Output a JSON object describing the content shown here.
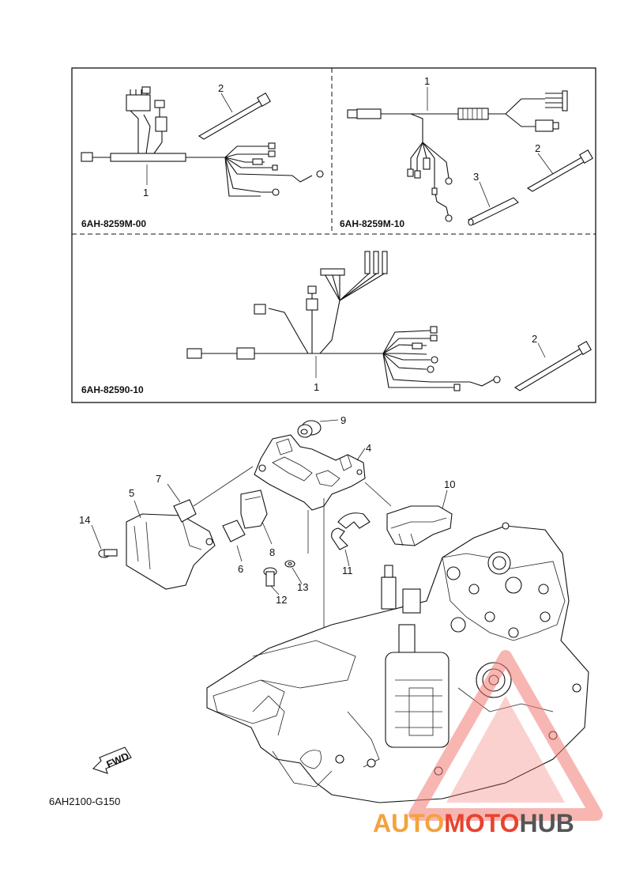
{
  "panels": {
    "top_left_code": "6AH-8259M-00",
    "top_right_code": "6AH-8259M-10",
    "bottom_code": "6AH-82590-10"
  },
  "callouts": {
    "tl_harness": "1",
    "tl_tie": "2",
    "tr_harness": "1",
    "tr_tie": "2",
    "tr_tube": "3",
    "b_harness": "1",
    "b_tie": "2",
    "p4": "4",
    "p5": "5",
    "p6": "6",
    "p7": "7",
    "p8": "8",
    "p9": "9",
    "p10": "10",
    "p11": "11",
    "p12": "12",
    "p13": "13",
    "p14": "14"
  },
  "fwd_label": "FWD",
  "drawing_code": "6AH2100-G150",
  "watermark": {
    "part1": "AUTO",
    "part2": "MOTO",
    "part3": "HUB",
    "colors": {
      "auto": "#f4a23c",
      "moto": "#e8432f",
      "hub": "#555555",
      "triangle": "#f07a72"
    }
  }
}
